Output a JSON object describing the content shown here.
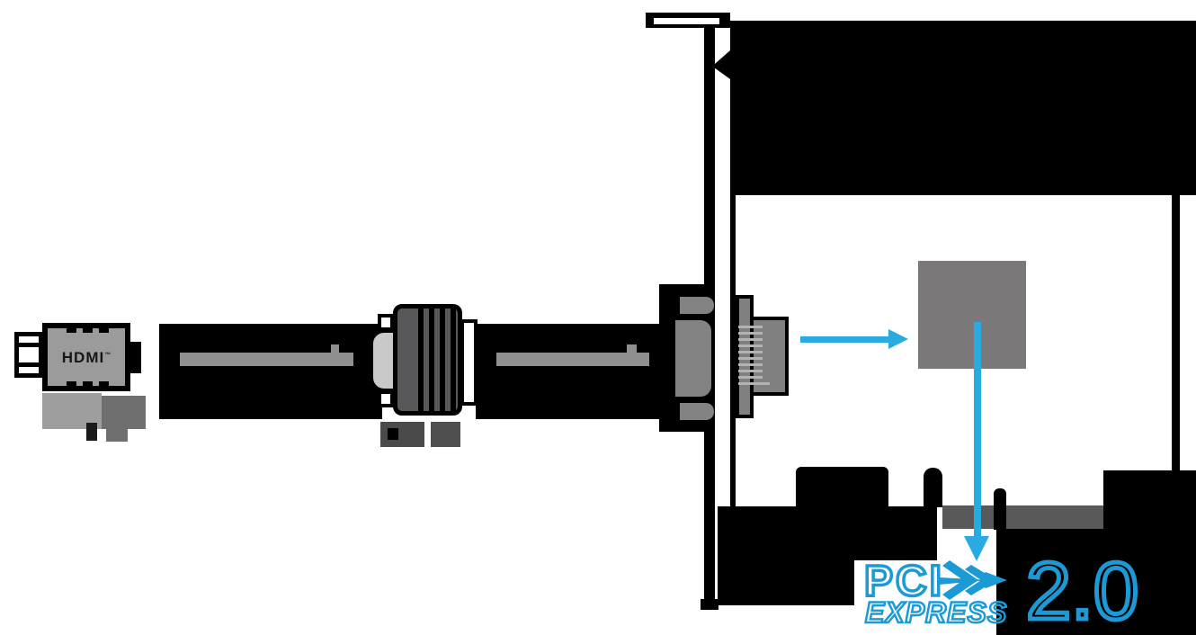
{
  "diagram": {
    "type": "illustration",
    "description": "HDMI to VGA adapter cable about to plug into the VGA port of a low-profile PCI Express 2.0 card",
    "hdmi_plug": {
      "label": "HDMI",
      "trademark": "™"
    },
    "pcie_logo": {
      "pci": "PCI",
      "express": "EXPRESS",
      "version": "2.0"
    },
    "arrows": [
      {
        "name": "arrow-to-gpu-chip",
        "direction": "right"
      },
      {
        "name": "arrow-to-pcie-logo",
        "direction": "down"
      }
    ],
    "colors": {
      "silhouette_black": "#000000",
      "hdmi_body_gray": "#9b9b9b",
      "cable_highlight_gray": "#8f8f8f",
      "vga_body_gray": "#58585a",
      "vga_shell_gray": "#c9c9c9",
      "thumbscrew_gray": "#828282",
      "port_gray": "#808080",
      "pin_gray": "#b3b3b3",
      "chip_gray": "#7b7879",
      "board_shadow_gray": "#595959",
      "shadow_light_gray": "#9e9e9e",
      "shadow_mid_gray": "#6f6f6f",
      "shadow_dark_gray": "#4a4a4a",
      "arrow_blue": "#29abe2",
      "logo_blue": "#1b9ad6"
    }
  }
}
